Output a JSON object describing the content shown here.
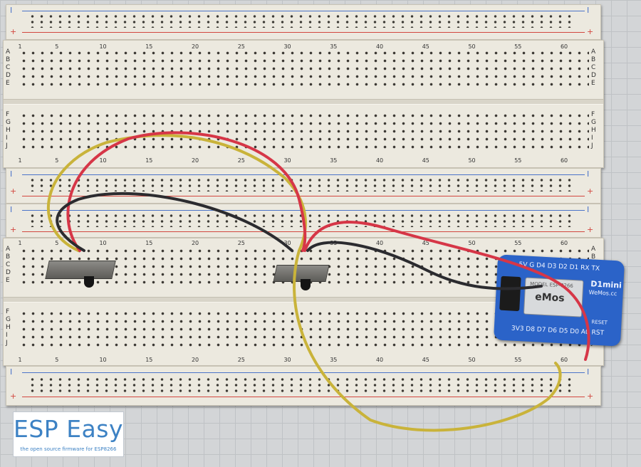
{
  "logo": {
    "title": "ESP Easy",
    "tagline": "the open source firmware for ESP8266"
  },
  "breadboard": {
    "column_numbers": [
      "1",
      "5",
      "10",
      "15",
      "20",
      "25",
      "30",
      "35",
      "40",
      "45",
      "50",
      "55",
      "60"
    ],
    "rows_upper": [
      "A",
      "B",
      "C",
      "D",
      "E"
    ],
    "rows_lower": [
      "F",
      "G",
      "H",
      "I",
      "J"
    ],
    "rail_minus": "I",
    "rail_plus": "+"
  },
  "module": {
    "board_name": "D1mini",
    "maker": "WeMos.cc",
    "chip_model": "MODEL ESP-8266",
    "shield_brand": "eMos",
    "pins_top": "5V G D4 D3 D2 D1 RX TX",
    "pins_bottom": "3V3 D8 D7 D6 D5 D0 A0 RST",
    "reset_label": "RESET"
  },
  "colors": {
    "wire_red": "#d63647",
    "wire_yellow": "#c9b33a",
    "wire_black": "#2b2b2f",
    "rail_blue": "#4b74c9",
    "rail_red": "#d2473f",
    "board_blue": "#2b63c8"
  }
}
